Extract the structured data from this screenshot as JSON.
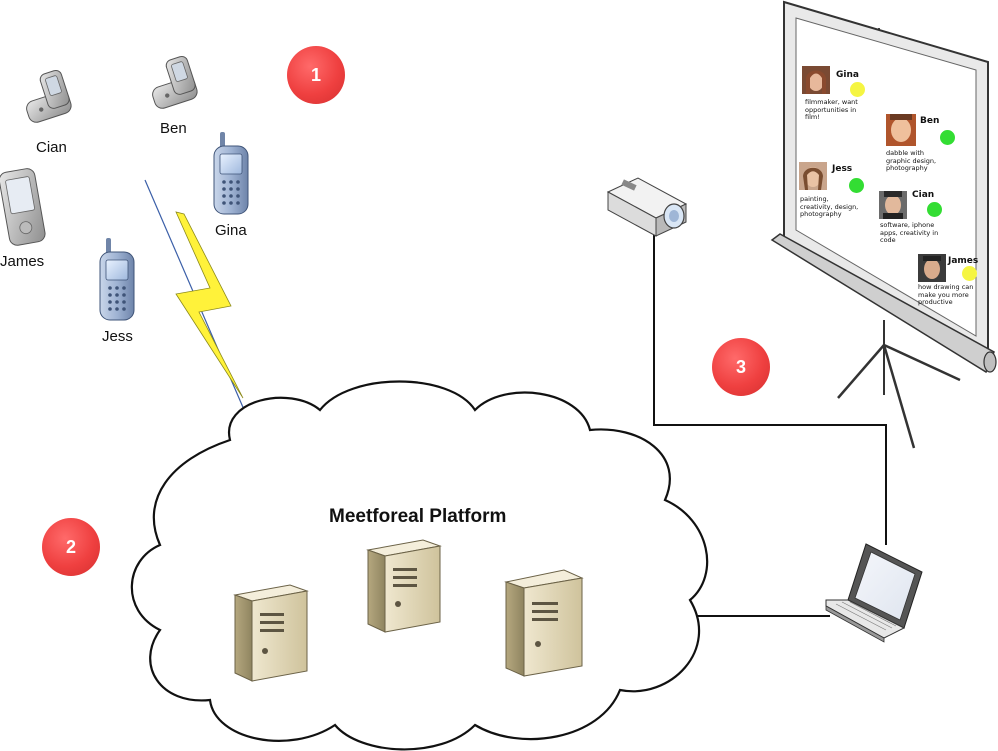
{
  "title": "Meetforeal Platform",
  "badges": {
    "one": "1",
    "two": "2",
    "three": "3"
  },
  "devices": [
    {
      "name": "Cian",
      "icon": "flip-phone-icon"
    },
    {
      "name": "Ben",
      "icon": "flip-phone-icon"
    },
    {
      "name": "Gina",
      "icon": "cell-phone-icon"
    },
    {
      "name": "James",
      "icon": "pda-icon"
    },
    {
      "name": "Jess",
      "icon": "cell-phone-icon"
    }
  ],
  "screen_cards": [
    {
      "name": "Gina",
      "desc": [
        "filmmaker, want",
        "opportunities in",
        "film!"
      ],
      "status": "yellow"
    },
    {
      "name": "Ben",
      "desc": [
        "dabble with",
        "graphic design,",
        "photography"
      ],
      "status": "green"
    },
    {
      "name": "Jess",
      "desc": [
        "painting,",
        "creativity, design,",
        "photography"
      ],
      "status": "green"
    },
    {
      "name": "Cian",
      "desc": [
        "software, iphone",
        "apps, creativity in",
        "code"
      ],
      "status": "green"
    },
    {
      "name": "James",
      "desc": [
        "how drawing can",
        "make you more",
        "productive"
      ],
      "status": "yellow"
    }
  ],
  "colors": {
    "badge": "#ef4040",
    "status_green": "#33dd33",
    "status_yellow": "#f5f542",
    "server": "#d9cfae",
    "lightning": "#fff23a"
  }
}
